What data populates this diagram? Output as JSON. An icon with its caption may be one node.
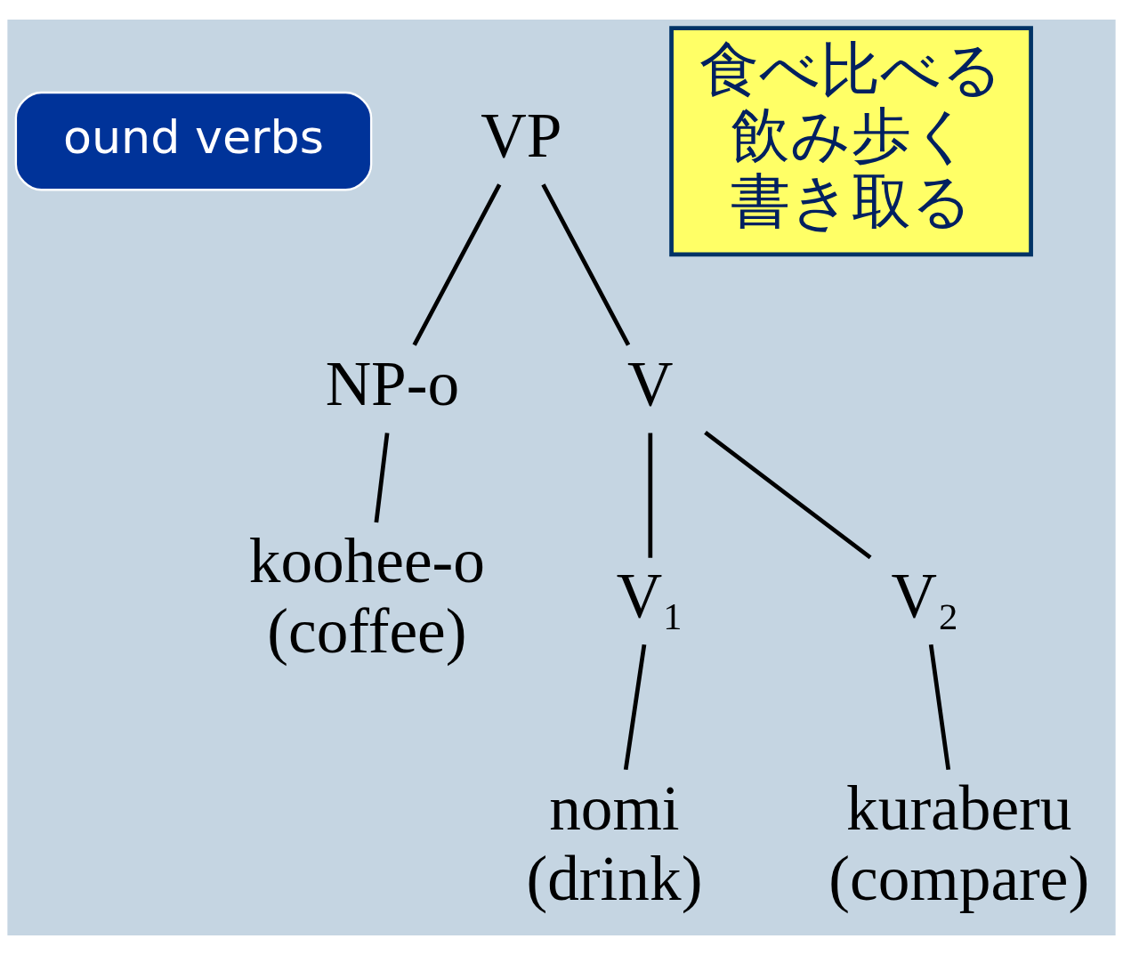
{
  "diagram": {
    "nodes": [
      {
        "text": [
          "ound verbs"
        ]
      },
      {
        "text": [
          "VP"
        ]
      },
      {
        "text": [
          "NP-o"
        ]
      },
      {
        "text": [
          "V"
        ]
      },
      {
        "text": [
          "koohee-o",
          "(coffee)"
        ]
      },
      {
        "text": [
          "V₁"
        ]
      },
      {
        "text": [
          "V₂"
        ]
      },
      {
        "text": [
          "nomi",
          "(drink)"
        ]
      },
      {
        "text": [
          "kuraberu",
          "(compare)"
        ]
      },
      {
        "text": [
          "食べ比べる",
          "飲み歩く",
          "書き取る"
        ]
      }
    ],
    "edges": [
      {
        "from": 1,
        "to": 2,
        "arrow": "none"
      },
      {
        "from": 1,
        "to": 3,
        "arrow": "none"
      },
      {
        "from": 2,
        "to": 4,
        "arrow": "none"
      },
      {
        "from": 3,
        "to": 5,
        "arrow": "none"
      },
      {
        "from": 3,
        "to": 6,
        "arrow": "none"
      },
      {
        "from": 5,
        "to": 7,
        "arrow": "none"
      },
      {
        "from": 6,
        "to": 8,
        "arrow": "none"
      }
    ]
  }
}
